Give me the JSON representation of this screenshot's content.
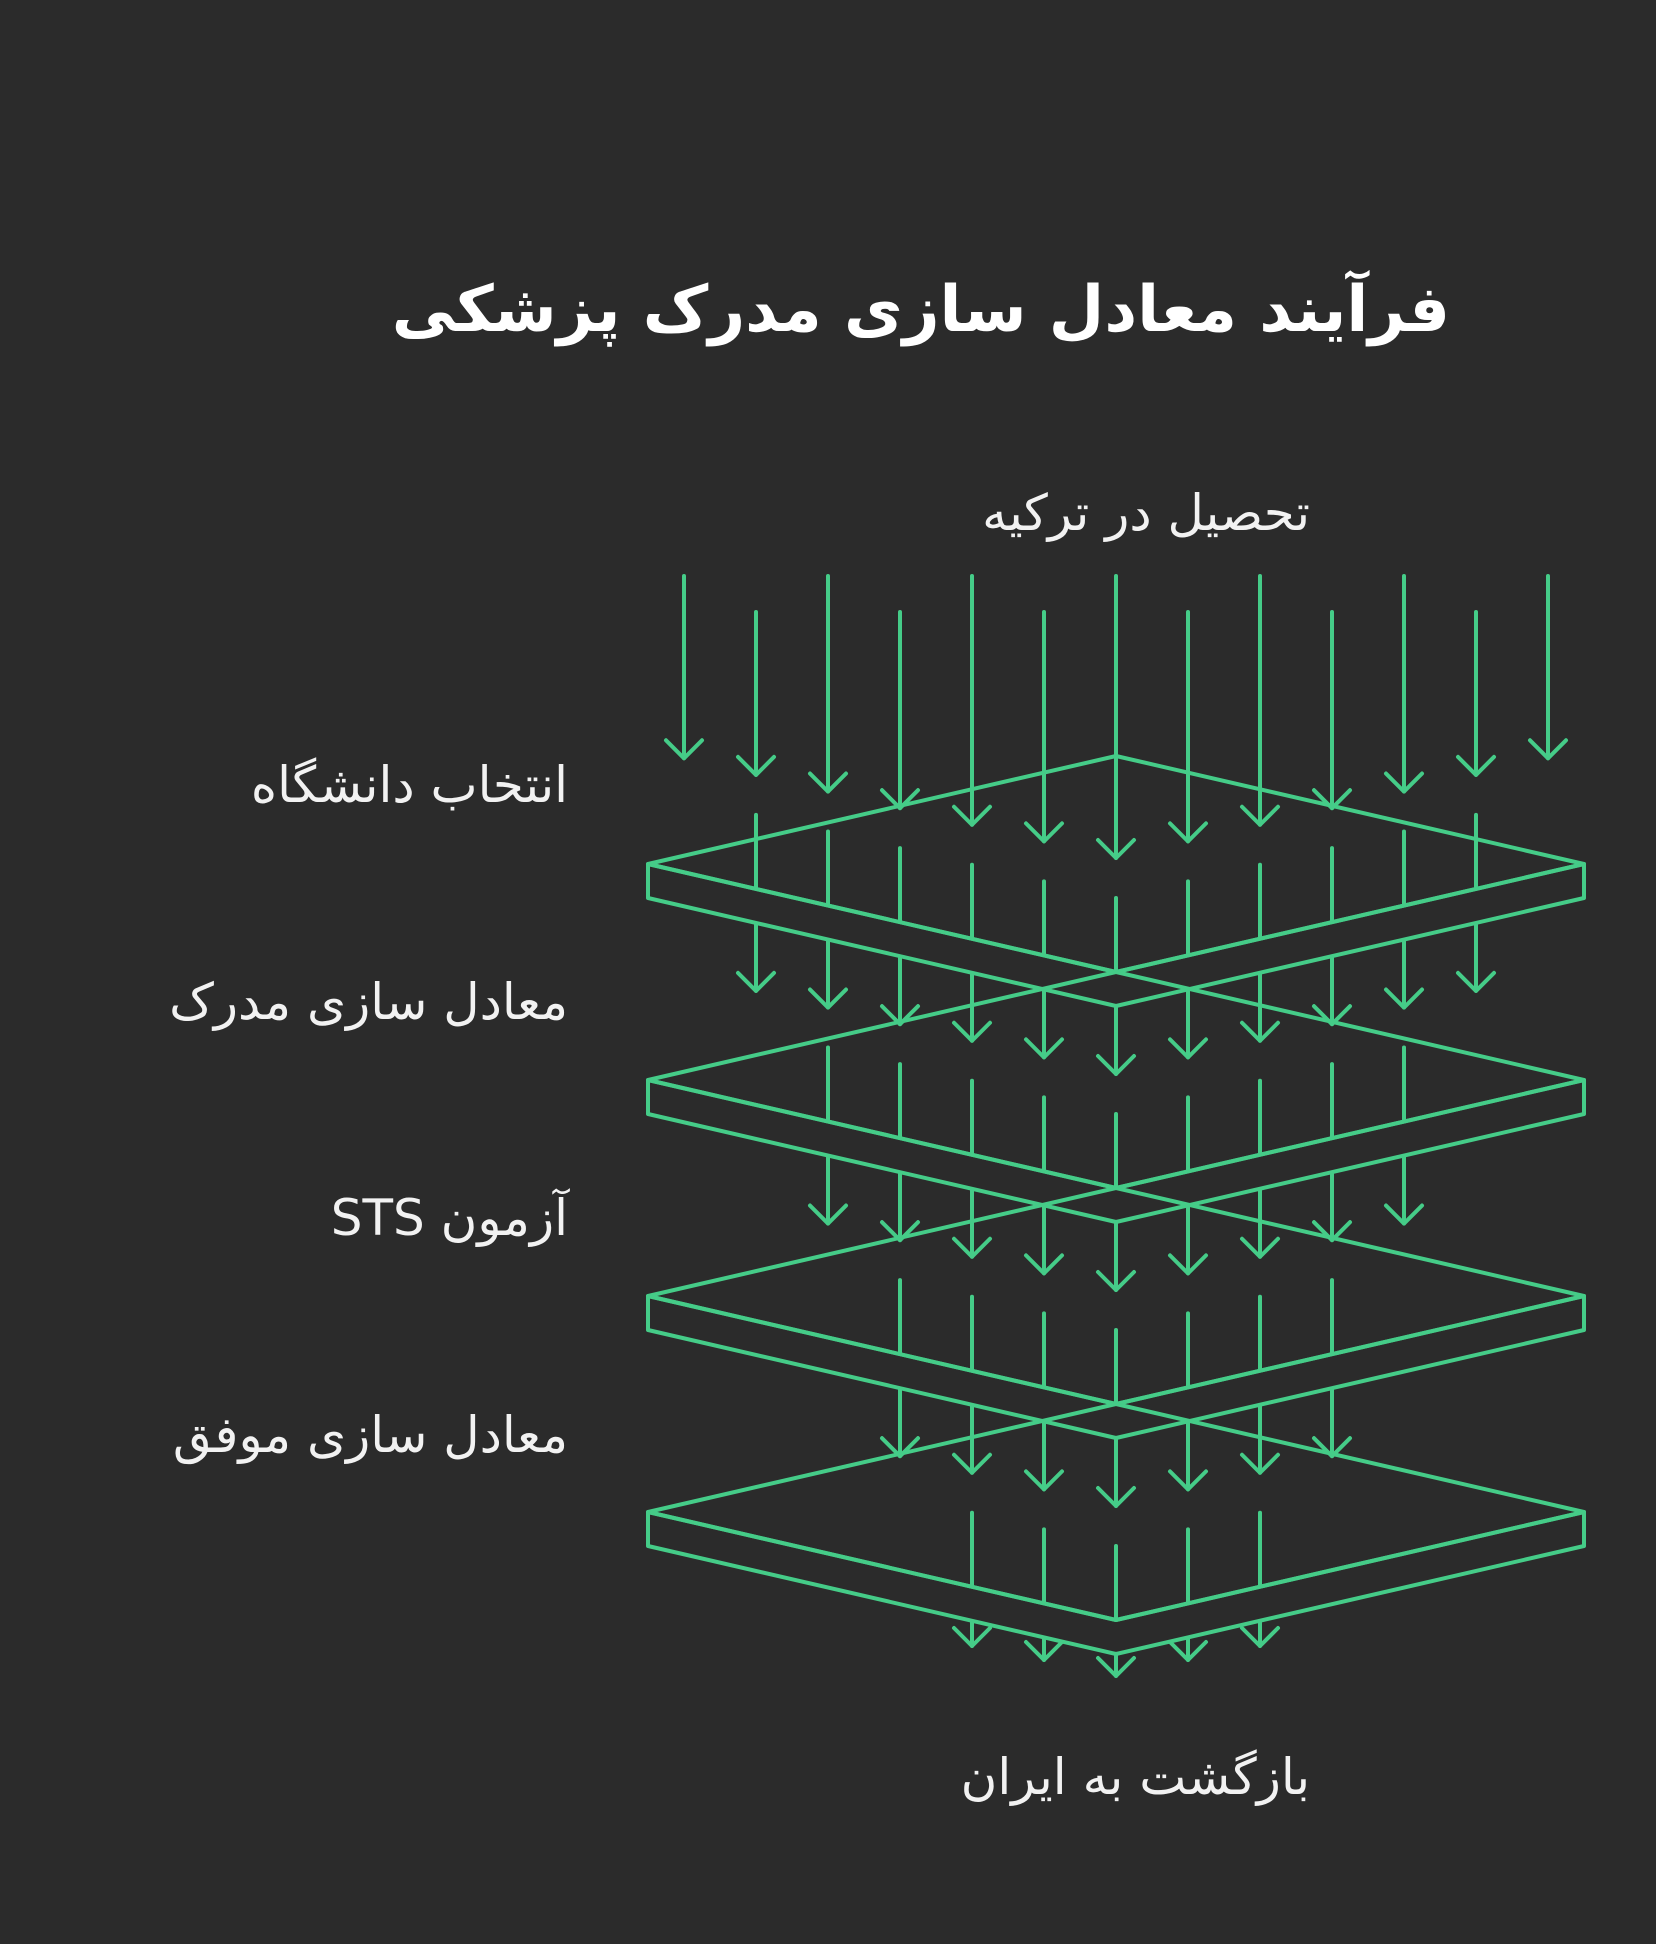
{
  "title": "فرآیند معادل سازی مدرک پزشکی",
  "top_label": "تحصیل در ترکیه",
  "bottom_label": "بازگشت به ایران",
  "layers": [
    {
      "label": "انتخاب دانشگاه"
    },
    {
      "label": "معادل سازی مدرک"
    },
    {
      "label": "آزمون STS"
    },
    {
      "label": "معادل سازی موفق"
    }
  ],
  "colors": {
    "background": "#2b2b2b",
    "stroke": "#45cc88",
    "text": "#f2f2f2"
  }
}
